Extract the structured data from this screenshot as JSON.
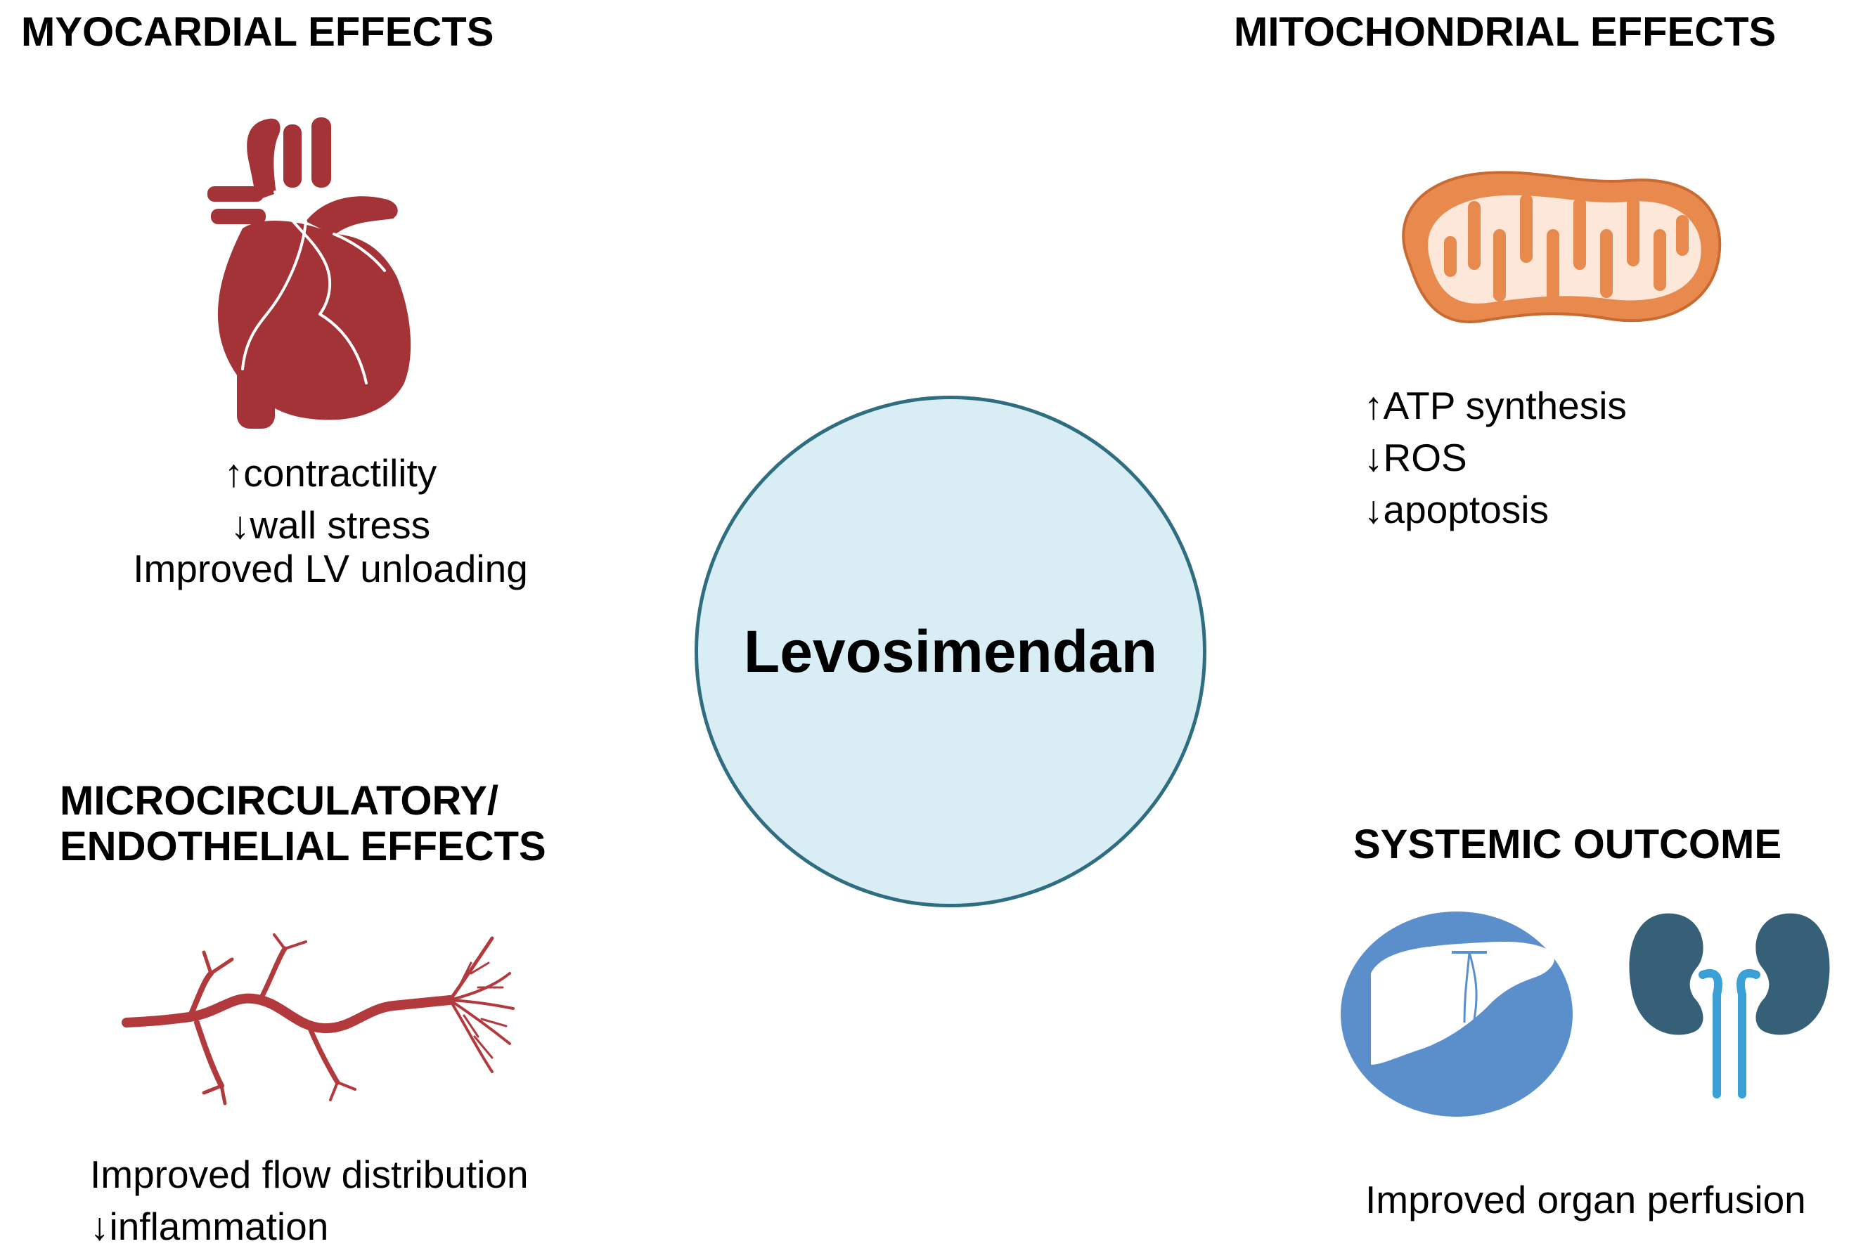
{
  "center": {
    "label": "Levosimendan"
  },
  "myocardial": {
    "title": "MYOCARDIAL EFFECTS",
    "lines": [
      "↑contractility",
      "↓wall stress",
      "Improved LV unloading"
    ],
    "icon": "heart-icon"
  },
  "mitochondrial": {
    "title": "MITOCHONDRIAL EFFECTS",
    "lines": [
      "↑ATP synthesis",
      "↓ROS",
      "↓apoptosis"
    ],
    "icon": "mitochondrion-icon"
  },
  "microcirculatory": {
    "title_line1": "MICROCIRCULATORY/",
    "title_line2": "ENDOTHELIAL EFFECTS",
    "lines": [
      "Improved flow distribution",
      "↓inflammation"
    ],
    "icon": "blood-vessel-icon"
  },
  "systemic": {
    "title": "SYSTEMIC OUTCOME",
    "lines": [
      "Improved organ perfusion"
    ],
    "icons": [
      "liver-icon",
      "kidneys-icon"
    ]
  },
  "colors": {
    "heart": "#a33336",
    "vessel": "#b23a3d",
    "mito_outer": "#e8894e",
    "mito_inner": "#fde7d8",
    "circle_fill": "#d8eef4",
    "circle_border": "#2f6e80",
    "liver": "#5b8fcb",
    "kidney": "#356078",
    "ureter": "#3ba0d6"
  }
}
